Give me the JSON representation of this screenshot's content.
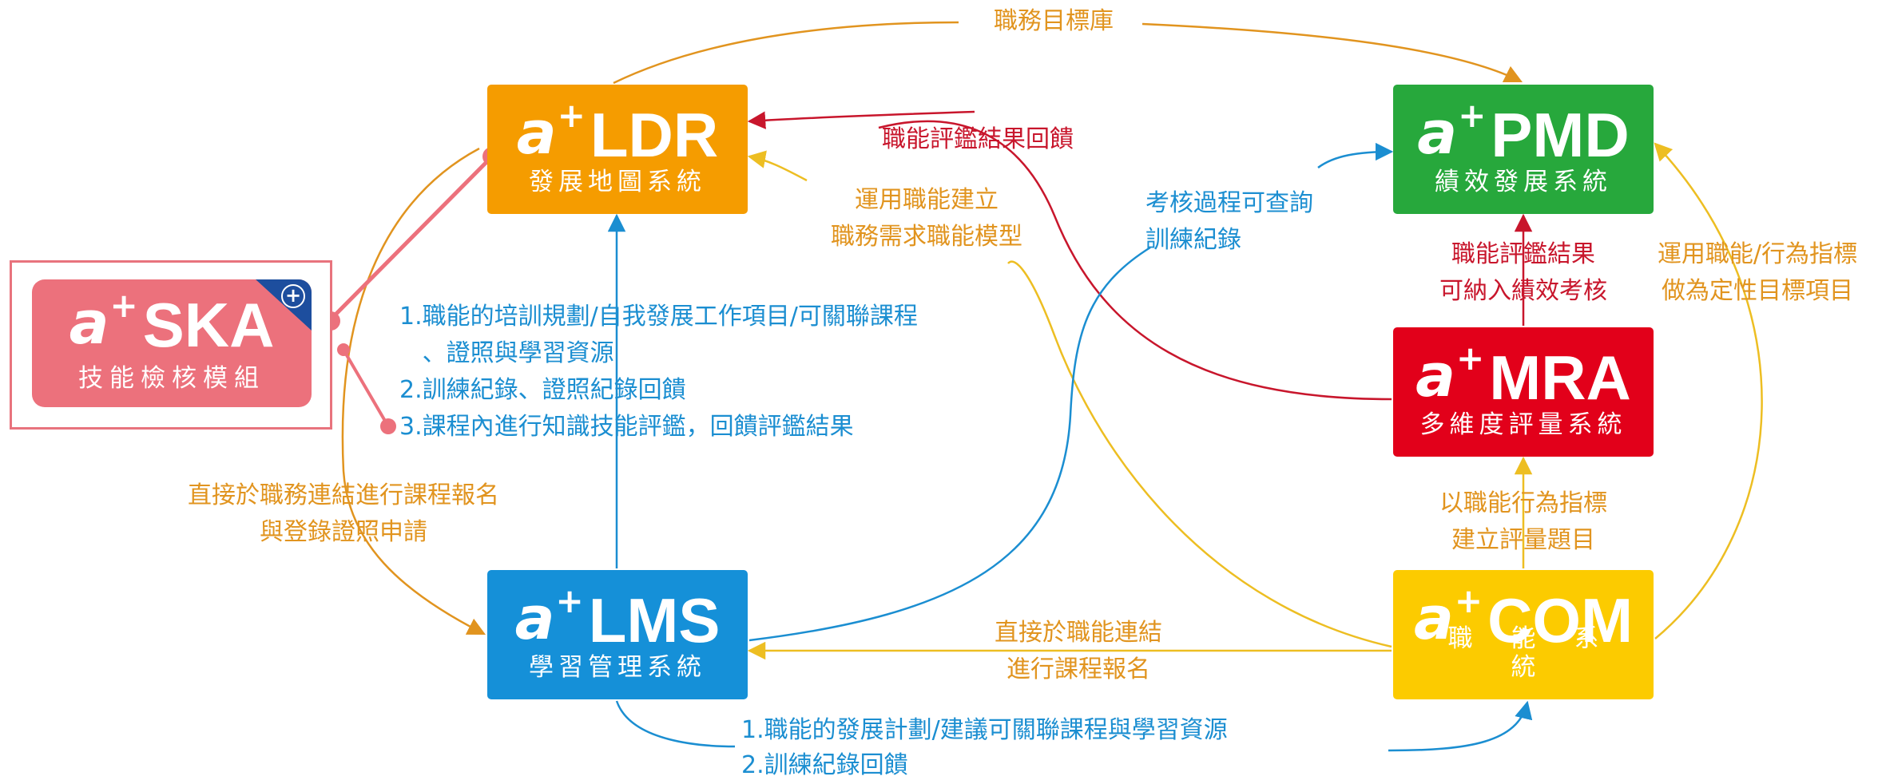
{
  "colors": {
    "orange": "#F59C00",
    "blue": "#1590D8",
    "green": "#27A83C",
    "red": "#E2001A",
    "yellow": "#FCCB00",
    "pink": "#EC717C",
    "label_orange": "#E1941F",
    "label_blue": "#1B8ED1",
    "label_red": "#C8162C"
  },
  "nodes": {
    "ldr": {
      "logo": "a",
      "plus": "+",
      "code": "LDR",
      "name": "發展地圖系統"
    },
    "lms": {
      "logo": "a",
      "plus": "+",
      "code": "LMS",
      "name": "學習管理系統"
    },
    "pmd": {
      "logo": "a",
      "plus": "+",
      "code": "PMD",
      "name": "績效發展系統"
    },
    "mra": {
      "logo": "a",
      "plus": "+",
      "code": "MRA",
      "name": "多維度評量系統"
    },
    "com": {
      "logo": "a",
      "plus": "+",
      "code": "COM",
      "name": "職能系統"
    },
    "ska": {
      "logo": "a",
      "plus": "+",
      "code": "SKA",
      "name": "技能檢核模組",
      "badge_icon": "plus-circle-icon"
    }
  },
  "labels": {
    "top_arc": "職務目標庫",
    "mra_to_ldr": "職能評鑑結果回饋",
    "com_to_ldr": "運用職能建立\n職務需求職能模型",
    "lms_to_pmd": "考核過程可查詢\n訓練紀錄",
    "mra_to_pmd": "職能評鑑結果\n可納入績效考核",
    "com_to_pmd": "運用職能/行為指標\n做為定性目標項目",
    "ldr_lms_items": [
      "1.職能的培訓規劃/自我發展工作項目/可關聯課程",
      "   、證照與學習資源",
      "2.訓練紀錄、證照紀錄回饋",
      "3.課程內進行知識技能評鑑，回饋評鑑結果"
    ],
    "left_arc": "直接於職務連結進行課程報名\n與登錄證照申請",
    "com_to_mra": "以職能行為指標\n建立評量題目",
    "com_to_lms": "直接於職能連結\n進行課程報名",
    "bottom_items": [
      "1.職能的發展計劃/建議可關聯課程與學習資源",
      "2.訓練紀錄回饋"
    ]
  }
}
